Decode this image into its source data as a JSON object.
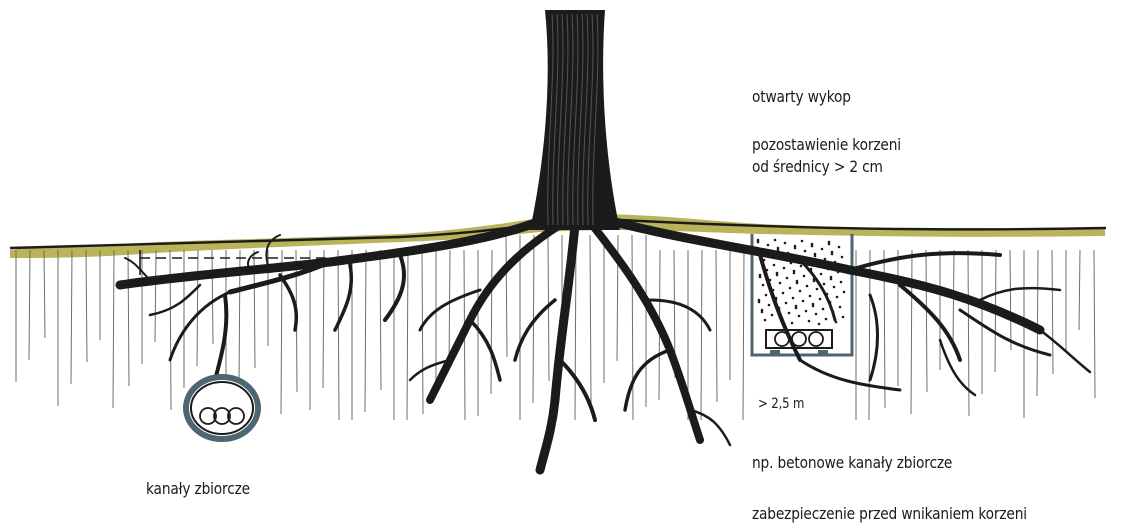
{
  "labels": {
    "open_excavation": "otwarty wykop",
    "roots_line1": "pozostawienie korzeni",
    "roots_line2": "od średnicy > 2 cm",
    "depth": "> 2,5 m",
    "concrete_channels": "np. betonowe kanały zbiorcze",
    "root_protection": "zabezpieczenie przed wnikaniem korzeni",
    "collector_channels": "kanały zbiorcze"
  },
  "colors": {
    "ink": "#1b1b1b",
    "grass": "#b9b35a",
    "channel_ring": "#4e6672",
    "soil_lines": "#6e6e6e"
  }
}
